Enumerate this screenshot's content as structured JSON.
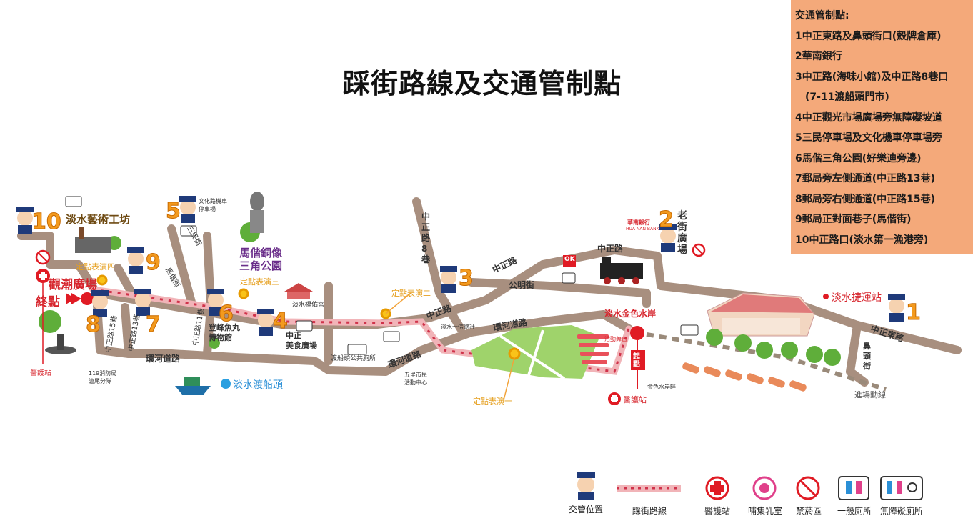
{
  "title": "踩街路線及交通管制點",
  "control_points_panel": {
    "heading": "交通管制點:",
    "items": [
      "1中正東路及鼻頭街口(殼牌倉庫)",
      "2華南銀行",
      "3中正路(海味小館)及中正路8巷口",
      "(7-11渡船頭門市)",
      "4中正觀光市場廣場旁無障礙坡道",
      "5三民停車場及文化機車停車場旁",
      "6馬偕三角公園(好樂迪旁邊)",
      "7郵局旁左側通道(中正路13巷)",
      "8郵局旁右側通道(中正路15巷)",
      "9郵局正對面巷子(馬偕街)",
      "10中正路口(淡水第一漁港旁)"
    ]
  },
  "map": {
    "places": {
      "art_workshop": "淡水藝術工坊",
      "guanchao_square": "觀潮廣場",
      "end_point": "終點",
      "mackay_statue": "馬偕銅像\n三角公園",
      "fishing_museum": "登峰魚丸\n博物館",
      "zhongzheng_food": "中正\n美食廣場",
      "qingshui_temple": "淡水福佑宮",
      "ferry_toilet": "渡船頭公共廁所",
      "ferry_pier": "淡水渡船頭",
      "old_street": "老街\n廣場",
      "huanan_bank": "華南銀行",
      "huanan_bank_en": "HUA NAN BANK",
      "mrt_station": "淡水捷運站",
      "golden_waterfront": "淡水金色水岸",
      "activity_stage": "活動舞台",
      "start_point": "起點",
      "wuli_center": "五里市民\n活動中心",
      "first_credit": "淡水一信總社",
      "golden_bay": "金色水岸畔",
      "fire_brigade": "119消防局\n滬尾分隊",
      "culture_parking": "文化路機車\n停車場",
      "entrance_route": "進場動線"
    },
    "roads": {
      "zhongzheng_lane8": "中正路8巷",
      "zhongzheng_1": "中正路",
      "zhongzheng_2": "中正路",
      "zhongzheng_3": "中正路",
      "gongming": "公明街",
      "huanhe_1": "環河道路",
      "huanhe_2": "環河道路",
      "huanhe_3": "環河道路",
      "zhongzheng_east": "中正東路",
      "bitou": "鼻頭街",
      "sanmin": "三民街",
      "mackay_st": "馬偕街",
      "lane11": "中正路11巷",
      "lane13": "中正路13巷",
      "lane15": "中正路15巷"
    },
    "performances": {
      "p1": "定點表演一",
      "p2": "定點表演二",
      "p3": "定點表演三",
      "p4": "定點表演四"
    },
    "medical": {
      "m1": "醫護站",
      "m2": "醫護站"
    },
    "ok_sign": "OK",
    "numbers": [
      "1",
      "2",
      "3",
      "4",
      "5",
      "6",
      "7",
      "8",
      "9",
      "10"
    ]
  },
  "legend": {
    "police": "交管位置",
    "route": "踩街路線",
    "medical": "醫護站",
    "nursing": "哺集乳室",
    "no_smoking": "禁菸區",
    "toilet": "一般廁所",
    "accessible_toilet": "無障礙廁所"
  },
  "colors": {
    "road": "#a88f7f",
    "route": "#e8a0a8",
    "route_marks": "#d0324a",
    "panel_bg": "#f4a97a",
    "number": "#f39a1e",
    "blue_label": "#2a8fd6",
    "red_label": "#d7262e",
    "brown_label": "#6e4a12",
    "purple_label": "#7a2e8c"
  }
}
